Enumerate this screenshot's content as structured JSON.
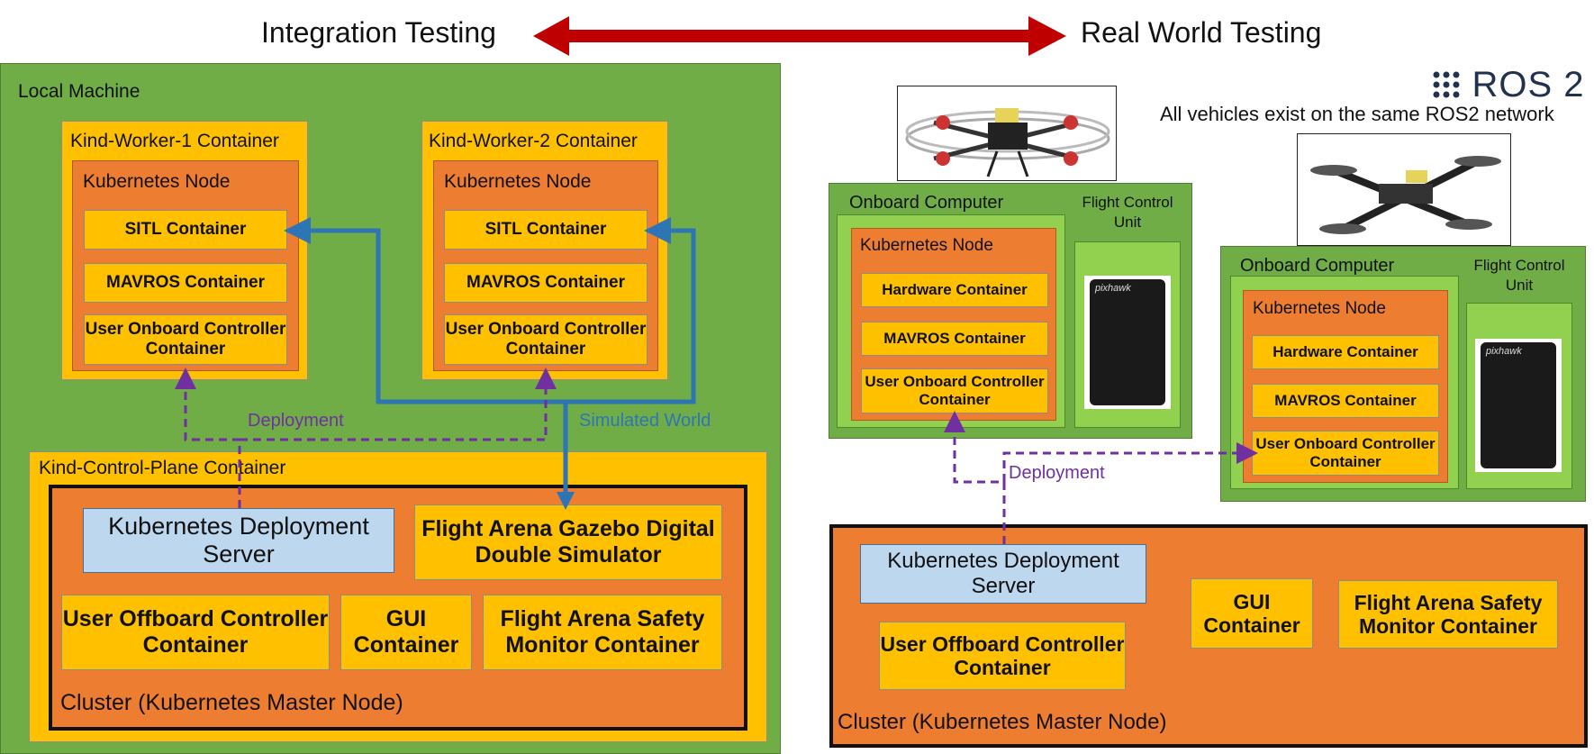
{
  "header": {
    "left_label": "Integration Testing",
    "right_label": "Real World Testing"
  },
  "left": {
    "local_machine": "Local Machine",
    "worker1": {
      "title": "Kind-Worker-1 Container",
      "node": "Kubernetes Node",
      "sitl": "SITL Container",
      "mavros": "MAVROS Container",
      "user_onboard": "User Onboard Controller Container"
    },
    "worker2": {
      "title": "Kind-Worker-2 Container",
      "node": "Kubernetes Node",
      "sitl": "SITL Container",
      "mavros": "MAVROS Container",
      "user_onboard": "User Onboard Controller Container"
    },
    "deployment_label": "Deployment",
    "simulated_world_label": "Simulated World",
    "control_plane": "Kind-Control-Plane Container",
    "deployment_server": "Kubernetes Deployment Server",
    "gazebo": "Flight Arena Gazebo Digital Double Simulator",
    "user_offboard": "User Offboard Controller Container",
    "gui": "GUI Container",
    "safety": "Flight Arena Safety Monitor Container",
    "cluster": "Cluster (Kubernetes Master Node)"
  },
  "right": {
    "ros_logo": "ROS 2",
    "ros_note": "All vehicles exist on the same ROS2 network",
    "vehicle1": {
      "onboard_computer": "Onboard Computer",
      "fcu": "Flight Control Unit",
      "node": "Kubernetes Node",
      "hardware": "Hardware Container",
      "mavros": "MAVROS Container",
      "user_onboard": "User Onboard Controller Container",
      "pixhawk": "pixhawk"
    },
    "vehicle2": {
      "onboard_computer": "Onboard Computer",
      "fcu": "Flight Control Unit",
      "node": "Kubernetes Node",
      "hardware": "Hardware Container",
      "mavros": "MAVROS Container",
      "user_onboard": "User Onboard Controller Container",
      "pixhawk": "pixhawk"
    },
    "deployment_label": "Deployment",
    "deployment_server": "Kubernetes Deployment Server",
    "gui": "GUI Container",
    "safety": "Flight Arena Safety Monitor Container",
    "user_offboard": "User Offboard Controller Container",
    "cluster": "Cluster (Kubernetes Master Node)"
  },
  "colors": {
    "arrow_red": "#c00000",
    "deploy_purple": "#7030a0",
    "sim_blue": "#2e75b6"
  }
}
